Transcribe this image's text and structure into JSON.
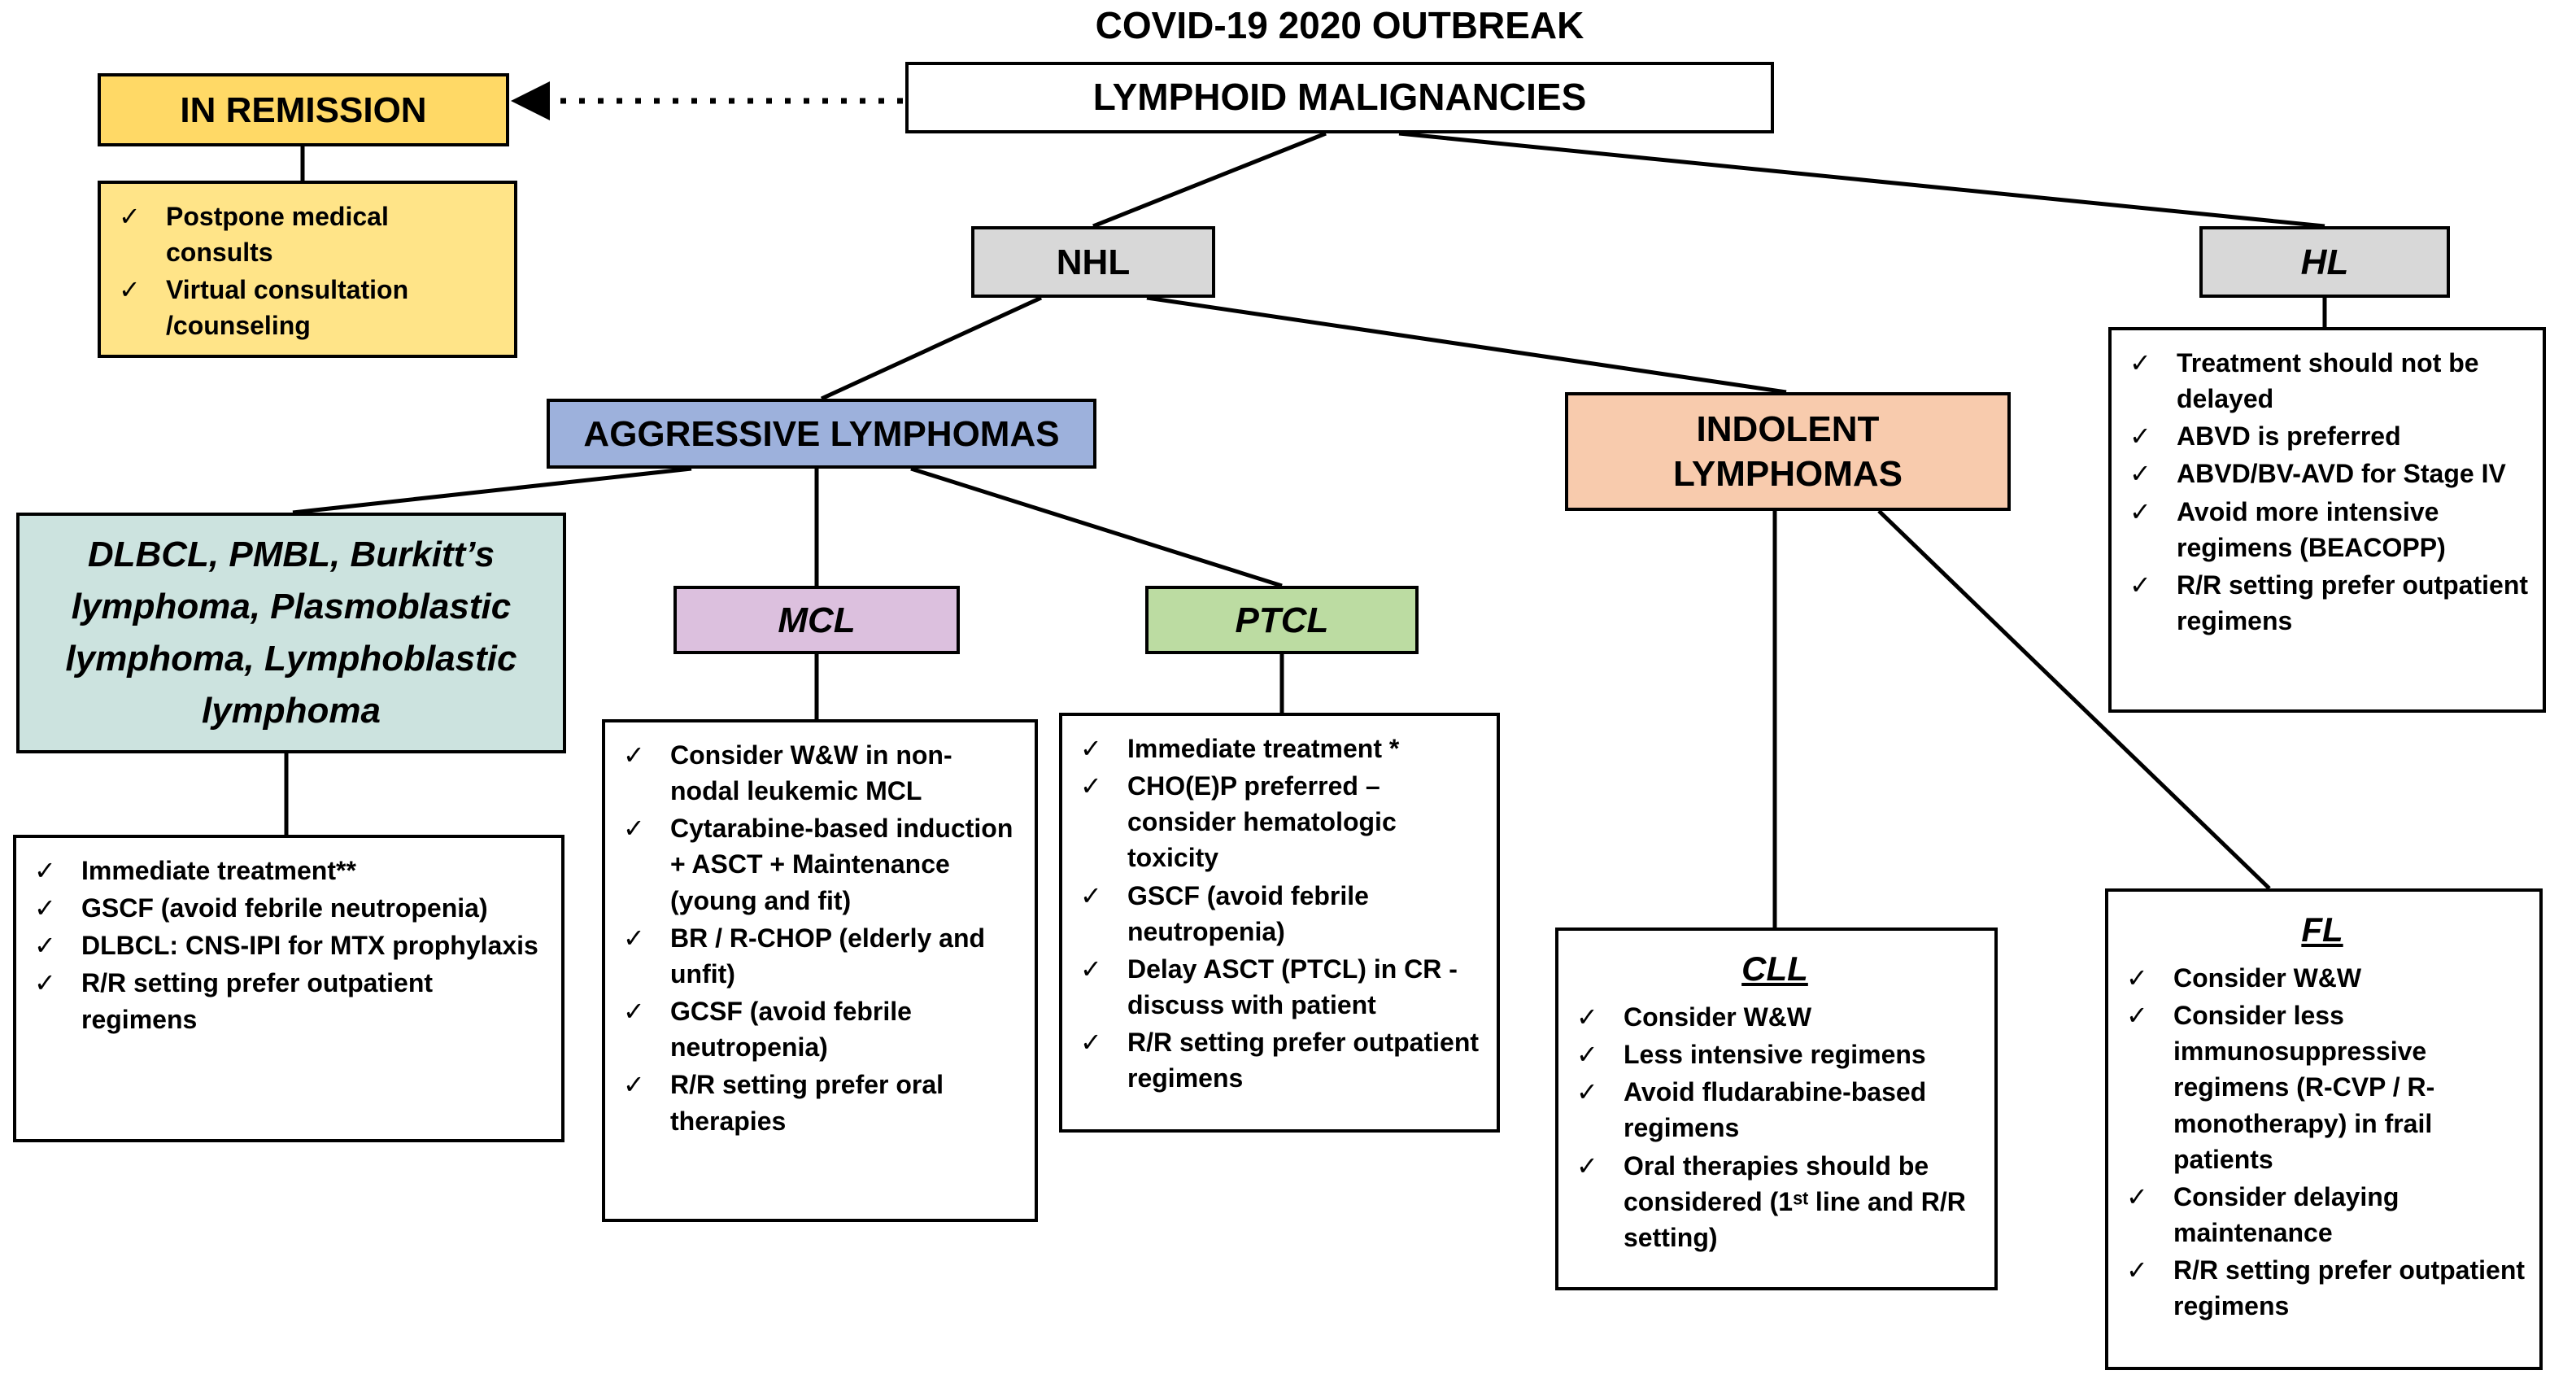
{
  "title": "COVID-19 2020 OUTBREAK",
  "glyphs": {
    "check": "✓"
  },
  "colors": {
    "remission_fill": "#FFD966",
    "remission_list_fill": "#FFE488",
    "gray_fill": "#D8D8D8",
    "aggressive_fill": "#9DB1DC",
    "indolent_fill": "#F8CBAD",
    "dlbcl_fill": "#CCE3DF",
    "mcl_fill": "#DCC0DE",
    "ptcl_fill": "#BCDCA2",
    "line_color": "#000000"
  },
  "nodes": {
    "lymphoid": {
      "label": "LYMPHOID MALIGNANCIES"
    },
    "in_remission": {
      "label": "IN REMISSION",
      "items": [
        "Postpone medical consults",
        "Virtual consultation /counseling"
      ]
    },
    "nhl": {
      "label": "NHL"
    },
    "hl": {
      "label": "HL",
      "items": [
        "Treatment should not be delayed",
        "ABVD is preferred",
        "ABVD/BV-AVD for Stage IV",
        "Avoid more intensive regimens (BEACOPP)",
        "R/R setting prefer outpatient regimens"
      ]
    },
    "aggressive": {
      "label": "AGGRESSIVE LYMPHOMAS"
    },
    "indolent": {
      "label": "INDOLENT LYMPHOMAS"
    },
    "dlbcl": {
      "label": "DLBCL, PMBL, Burkitt’s lymphoma, Plasmoblastic lymphoma, Lymphoblastic lymphoma",
      "items": [
        "Immediate treatment**",
        "GSCF (avoid febrile neutropenia)",
        "DLBCL: CNS-IPI for MTX prophylaxis",
        "R/R setting prefer outpatient regimens"
      ]
    },
    "mcl": {
      "label": "MCL",
      "items": [
        "Consider W&W in non-nodal leukemic MCL",
        "Cytarabine-based induction + ASCT + Maintenance (young and fit)",
        "BR / R-CHOP (elderly and unfit)",
        "GCSF (avoid febrile neutropenia)",
        "R/R setting prefer oral therapies"
      ]
    },
    "ptcl": {
      "label": "PTCL",
      "items": [
        "Immediate treatment *",
        "CHO(E)P preferred – consider hematologic toxicity",
        "GSCF (avoid febrile neutropenia)",
        "Delay ASCT (PTCL) in CR - discuss with patient",
        "R/R setting prefer outpatient regimens"
      ]
    },
    "cll": {
      "label": "CLL",
      "items": [
        "Consider W&W",
        "Less intensive regimens",
        "Avoid fludarabine-based regimens",
        "Oral therapies should be considered (1ˢᵗ line and R/R setting)"
      ]
    },
    "fl": {
      "label": "FL",
      "items": [
        "Consider W&W",
        "Consider less immunosuppressive regimens (R-CVP / R-monotherapy) in frail patients",
        "Consider delaying maintenance",
        "R/R setting prefer outpatient regimens"
      ]
    }
  }
}
